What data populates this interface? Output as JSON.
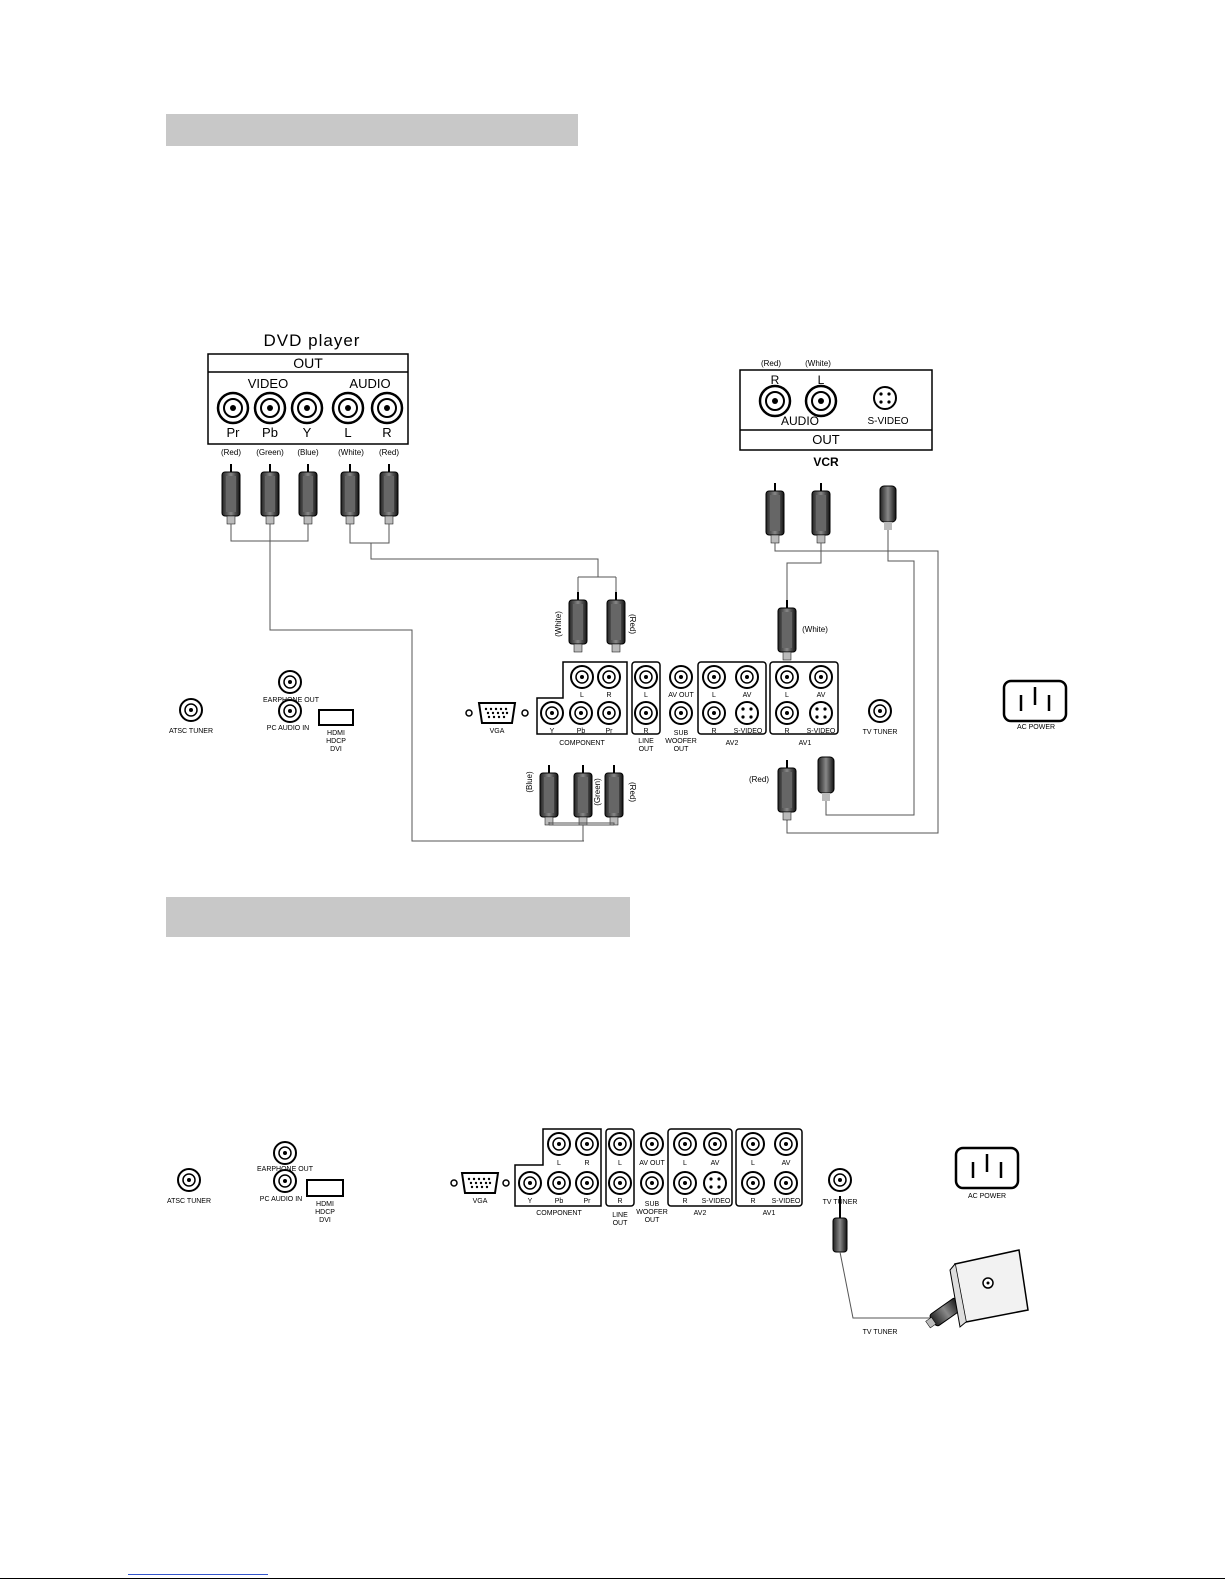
{
  "section1": {
    "title": ""
  },
  "section2": {
    "title": ""
  },
  "dvd": {
    "title": "DVD player",
    "out": "OUT",
    "video": "VIDEO",
    "audio": "AUDIO",
    "jacks": [
      "Pr",
      "Pb",
      "Y",
      "L",
      "R"
    ],
    "colors": [
      "(Red)",
      "(Green)",
      "(Blue)",
      "(White)",
      "(Red)"
    ]
  },
  "vcr": {
    "title": "VCR",
    "out": "OUT",
    "audio": "AUDIO",
    "r": "R",
    "l": "L",
    "red": "(Red)",
    "white": "(White)",
    "svideo": "S-VIDEO"
  },
  "panel": {
    "atsc": "ATSC TUNER",
    "earphone": "EARPHONE OUT",
    "pcaudio": "PC AUDIO IN",
    "hdmi": [
      "HDMI",
      "HDCP",
      "DVI"
    ],
    "vga": "VGA",
    "component": "COMPONENT",
    "comp_top": [
      "L",
      "R"
    ],
    "comp_bottom": [
      "Y",
      "Pb",
      "Pr"
    ],
    "line_l": "L",
    "line_r": "R",
    "lineout": [
      "LINE",
      "OUT"
    ],
    "avout": "AV OUT",
    "sub": [
      "SUB",
      "WOOFER",
      "OUT"
    ],
    "av_l": "L",
    "av_av": "AV",
    "av_r": "R",
    "svideo": "S-VIDEO",
    "av2": "AV2",
    "av1": "AV1",
    "tvtuner": "TV TUNER",
    "acpower": "AC POWER"
  },
  "cables": {
    "white": "(White)",
    "red": "(Red)",
    "blue": "(Blue)",
    "green": "(Green)"
  },
  "antenna_label": "TV TUNER"
}
